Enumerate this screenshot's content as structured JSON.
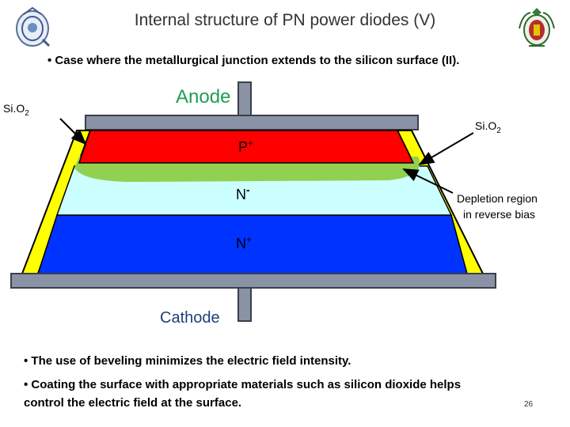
{
  "header": {
    "title": "Internal structure of PN power diodes (V)",
    "subtitle": "• Case where the metallurgical junction extends to the silicon surface (II)."
  },
  "diagram": {
    "labels": {
      "anode": "Anode",
      "cathode": "Cathode",
      "p_region_base": "P",
      "p_region_sup": "+",
      "n_minus_base": "N",
      "n_minus_sup": "-",
      "n_plus_base": "N",
      "n_plus_sup": "+",
      "sio2_left_base": "Si.O",
      "sio2_left_sub": "2",
      "sio2_right_base": "Si.O",
      "sio2_right_sub": "2",
      "depletion_line1": "Depletion region",
      "depletion_line2": "in reverse bias"
    },
    "colors": {
      "p_plus": "#ff0000",
      "depletion": "#92d050",
      "n_minus": "#ccffff",
      "n_plus": "#0033ff",
      "oxide": "#ffff00",
      "metal": "#8a93a6",
      "anode_text": "#1f9d55",
      "cathode_text": "#1f3f7a"
    }
  },
  "notes": {
    "bullet1": "• The use of beveling minimizes the electric field intensity.",
    "bullet2_line1": "• Coating the surface with appropriate materials such as silicon dioxide helps",
    "bullet2_line2": "control the electric field at the surface."
  },
  "footer": {
    "page_number": "26"
  }
}
